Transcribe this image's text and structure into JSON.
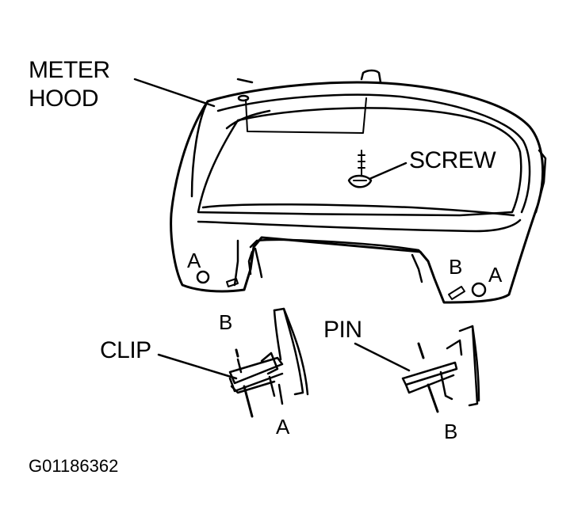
{
  "labels": {
    "meter_hood_line1": "METER",
    "meter_hood_line2": "HOOD",
    "screw": "SCREW",
    "clip": "CLIP",
    "pin": "PIN",
    "letter_a_left": "A",
    "letter_b_right": "B",
    "letter_a_right": "A",
    "letter_b_clip": "B",
    "letter_a_clip": "A",
    "letter_b_pin": "B"
  },
  "figure_code": "G01186362",
  "colors": {
    "ink": "#000000",
    "paper": "#ffffff"
  }
}
